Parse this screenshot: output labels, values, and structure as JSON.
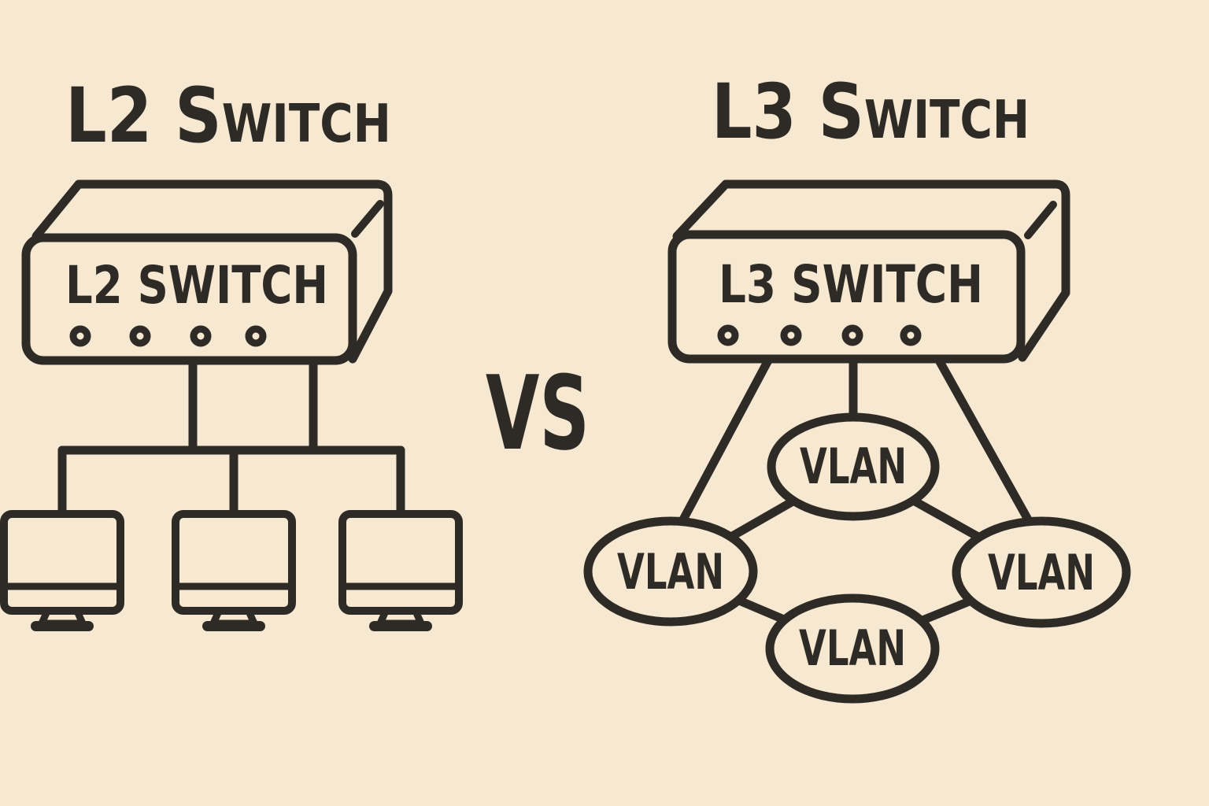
{
  "colors": {
    "background": "#f7e8d1",
    "ink": "#2e2b26"
  },
  "left_diagram": {
    "title": "L2 Switch",
    "device_label": "L2 SWITCH",
    "port_count": 4,
    "client_count": 3
  },
  "divider": {
    "vs_label": "VS"
  },
  "right_diagram": {
    "title": "L3 Switch",
    "device_label": "L3 SWITCH",
    "port_count": 4,
    "vlans": [
      {
        "position": "top",
        "label": "VLAN"
      },
      {
        "position": "left",
        "label": "VLAN"
      },
      {
        "position": "right",
        "label": "VLAN"
      },
      {
        "position": "bottom",
        "label": "VLAN"
      }
    ]
  }
}
